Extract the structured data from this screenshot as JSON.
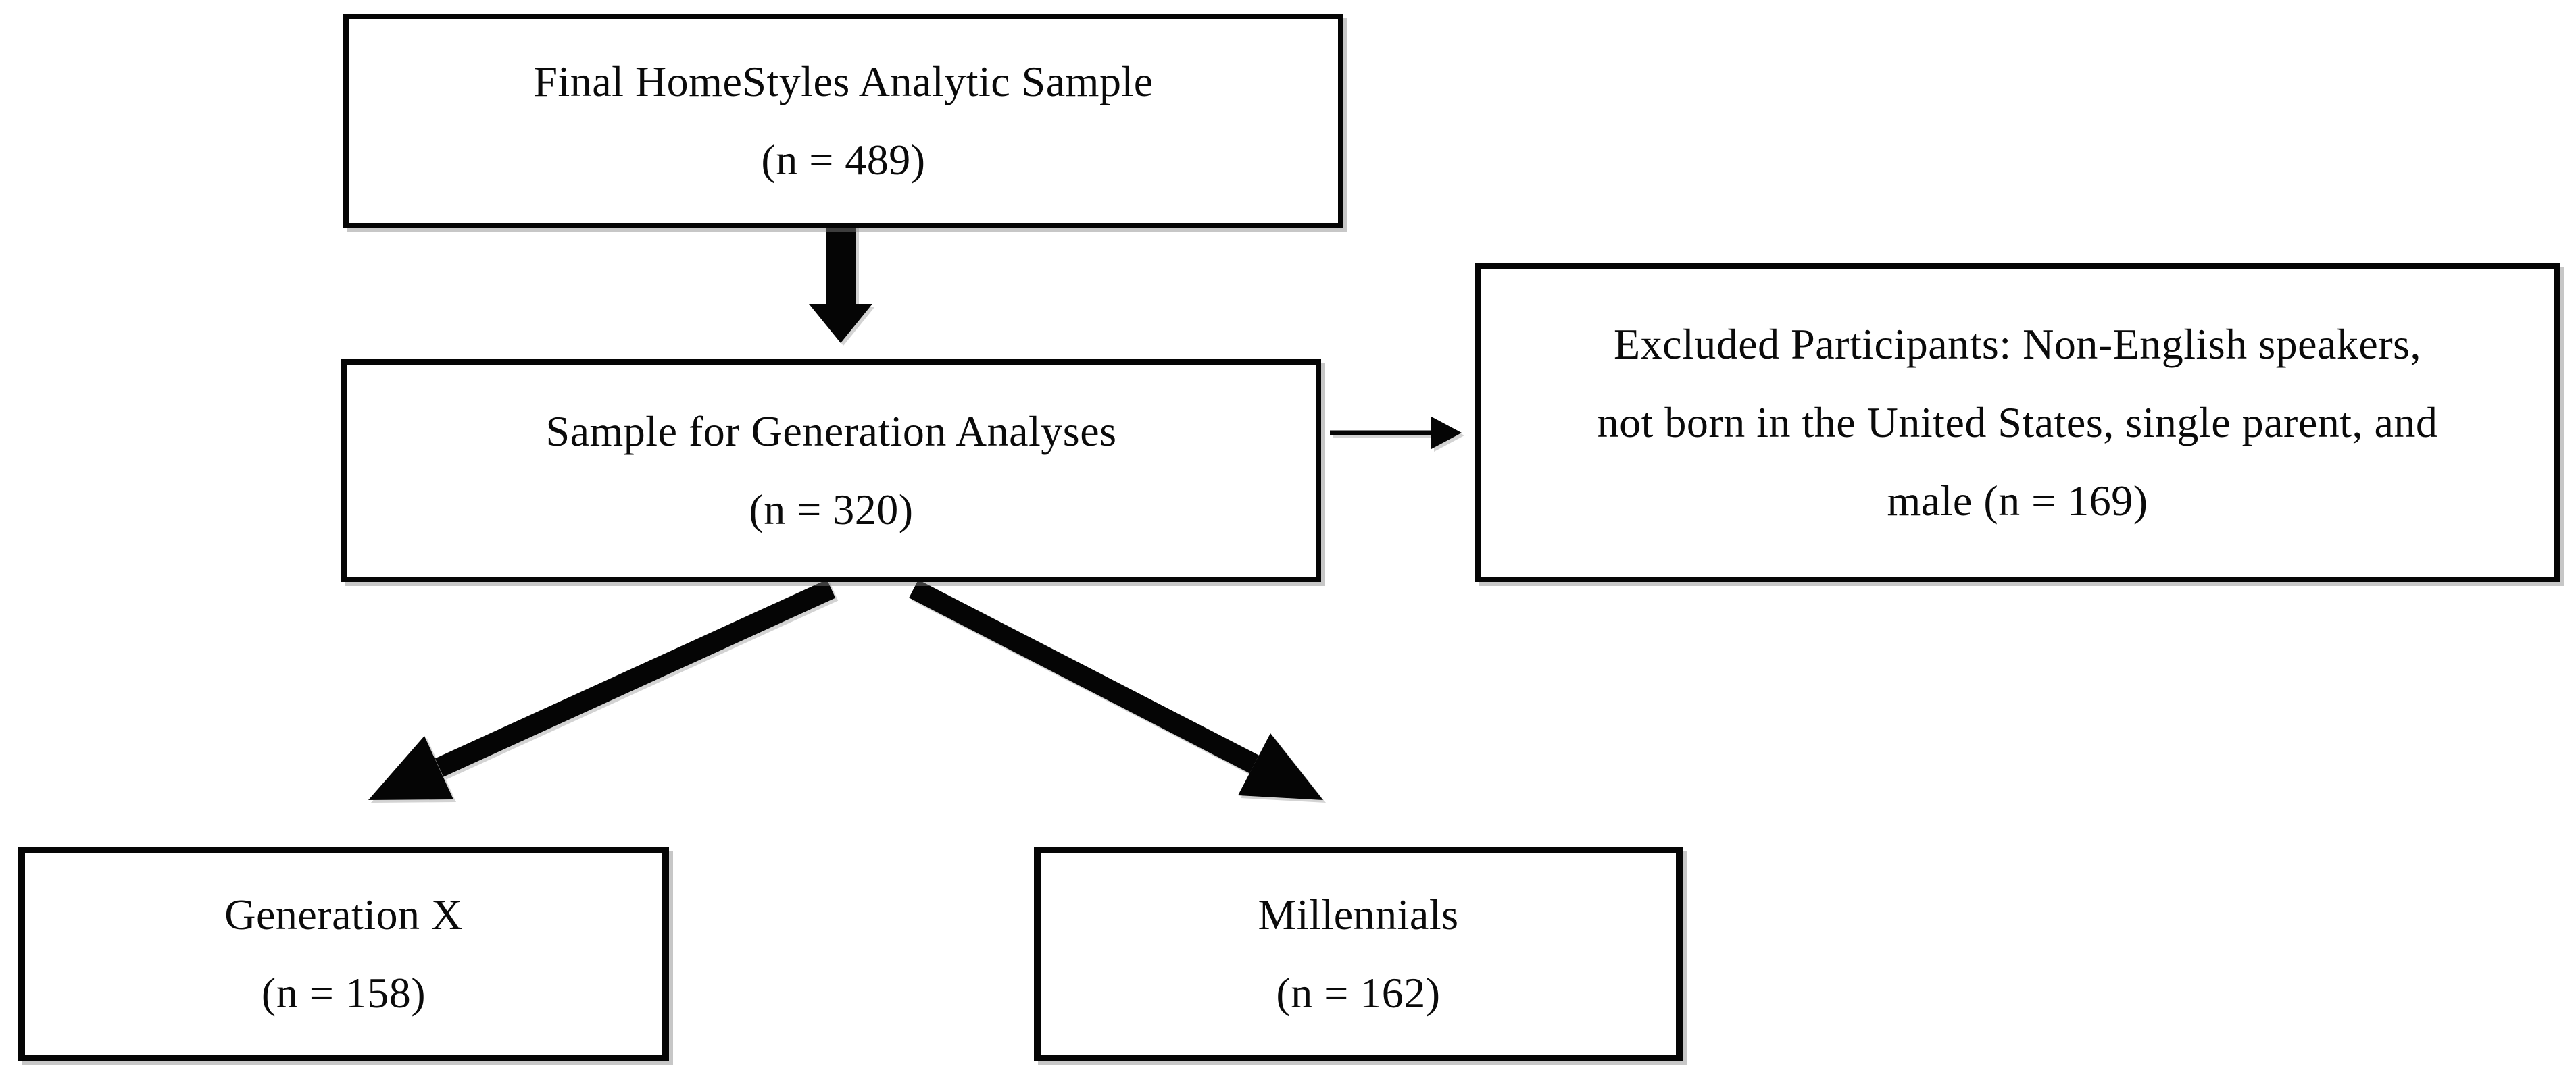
{
  "diagram": {
    "type": "participant-flow-chart",
    "colors": {
      "background": "#ffffff",
      "border": "#050505",
      "text": "#0a0a0a",
      "shadow": "#828282"
    },
    "nodes": {
      "final_sample": {
        "title": "Final HomeStyles Analytic Sample",
        "count": "(n = 489)"
      },
      "generation_sample": {
        "title": "Sample for Generation Analyses",
        "count": "(n = 320)"
      },
      "excluded": {
        "line1": "Excluded Participants: Non-English speakers,",
        "line2": "not born in the United States, single parent, and",
        "line3": "male (n = 169)"
      },
      "generation_x": {
        "title": "Generation X",
        "count": "(n = 158)"
      },
      "millennials": {
        "title": "Millennials",
        "count": "(n = 162)"
      }
    },
    "edges": [
      {
        "from": "final_sample",
        "to": "generation_sample",
        "style": "thick-block-arrow"
      },
      {
        "from": "generation_sample",
        "to": "excluded",
        "style": "thin-arrow"
      },
      {
        "from": "generation_sample",
        "to": "generation_x",
        "style": "thick-arrow"
      },
      {
        "from": "generation_sample",
        "to": "millennials",
        "style": "thick-arrow"
      }
    ]
  }
}
